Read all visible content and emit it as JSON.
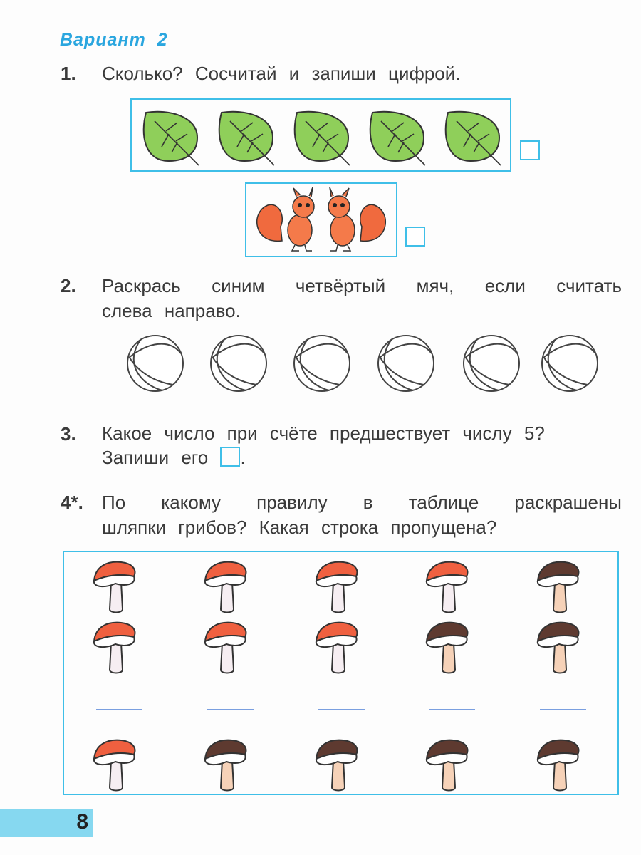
{
  "header": {
    "title": "Вариант 2"
  },
  "tasks": [
    {
      "number": "1.",
      "text": "Сколько? Сосчитай и запиши цифрой.",
      "groups": [
        {
          "item": "leaf-icon",
          "count": 5
        },
        {
          "item": "squirrel-icon",
          "count": 2
        }
      ]
    },
    {
      "number": "2.",
      "text_line1": "Раскрась синим четвёртый мяч, если считать",
      "text_line2": "слева направо.",
      "balls": 6
    },
    {
      "number": "3.",
      "text_line1": "Какое число при счёте предшествует числу 5?",
      "text_line2_before": "Запиши его",
      "text_line2_after": "."
    },
    {
      "number": "4*.",
      "text_line1": "По какому правилу в таблице раскрашены",
      "text_line2": "шляпки грибов? Какая строка пропущена?",
      "rows": [
        [
          "red",
          "red",
          "red",
          "red",
          "brown"
        ],
        [
          "red",
          "red",
          "red",
          "brown",
          "brown"
        ],
        null,
        [
          "red",
          "brown",
          "brown",
          "brown",
          "brown"
        ]
      ]
    }
  ],
  "colors": {
    "accent": "#2aa6df",
    "border": "#3fbfe8",
    "leaf": "#8fcf5a",
    "red_cap": "#ef6040",
    "brown_cap": "#5e3a30",
    "page_bar": "#86d8f0"
  },
  "footer": {
    "page_number": "8"
  }
}
